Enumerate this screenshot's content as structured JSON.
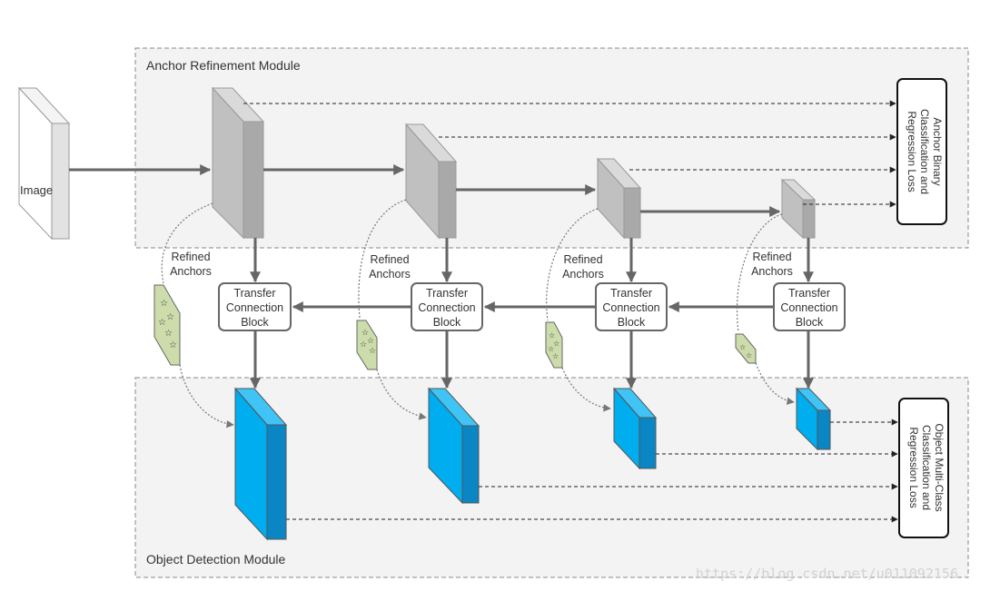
{
  "diagram": {
    "input_label": "Image",
    "arm": {
      "title": "Anchor Refinement Module",
      "loss_lines": [
        "Anchor Binary",
        "Classification and",
        "Regression Loss"
      ]
    },
    "odm": {
      "title": "Object Detection Module",
      "loss_lines": [
        "Object Multi-Class",
        "Classification and",
        "Regression Loss"
      ]
    },
    "refined_anchor_label": [
      "Refined",
      "Anchors"
    ],
    "tcb_label": [
      "Transfer",
      "Connection",
      "Block"
    ],
    "stages": 4,
    "watermark": "https://blog.csdn.net/u011092156",
    "colors": {
      "arm_block": "#bdbdbd",
      "odm_block": "#00adef",
      "anchor_patch": "#cddcab",
      "module_bg": "#f3f3f3"
    }
  }
}
